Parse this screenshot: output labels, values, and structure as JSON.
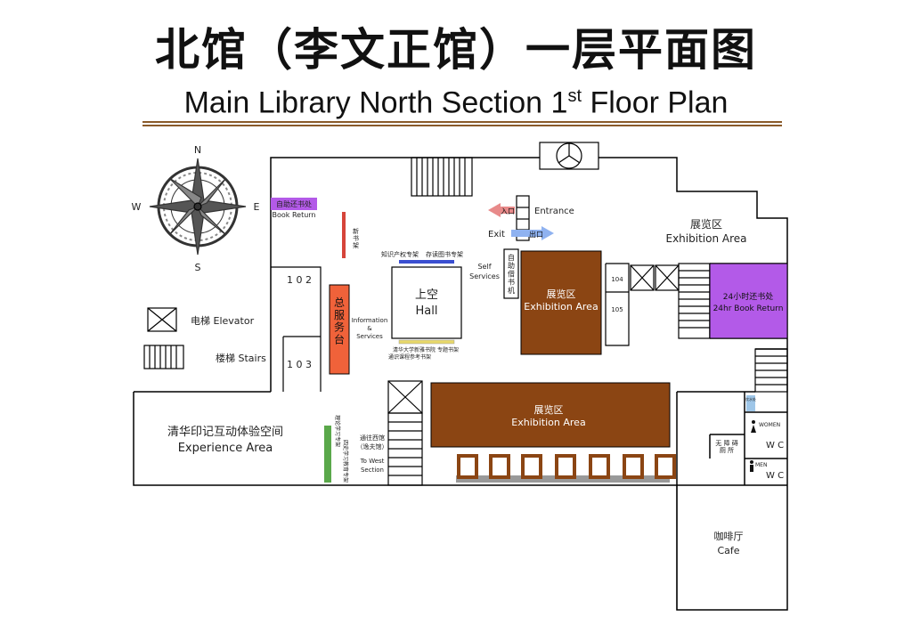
{
  "title": {
    "zh": "北馆（李文正馆）一层平面图",
    "en_prefix": "Main Library North Section 1",
    "en_sup": "st",
    "en_suffix": " Floor Plan"
  },
  "compass": {
    "n": "N",
    "s": "S",
    "e": "E",
    "w": "W"
  },
  "legend": {
    "elevator": "电梯  Elevator",
    "stairs": "楼梯  Stairs"
  },
  "rooms": {
    "r102": "1 0 2",
    "r103": "1 0 3",
    "r104": "104",
    "r105": "105"
  },
  "labels": {
    "book_return_zh": "自助还书处",
    "book_return_en": "Book Return",
    "new_books": "新\n书\n架",
    "ip_shelf": "知识产权专架",
    "storage_shelf": "存读图书专架",
    "hall_zh": "上空",
    "hall_en": "Hall",
    "service_desk": "总\n服\n务\n台",
    "info_1": "Information",
    "info_2": "&",
    "info_3": "Services",
    "tsinghua_shelf_1": "清华大学新雅书院  专题书架",
    "tsinghua_shelf_2": "通识课程参考书架",
    "self_services_1": "Self",
    "self_services_2": "Services",
    "self_borrow": "自\n助\n借\n书\n机",
    "entrance_zh": "入口",
    "entrance_en": "Entrance",
    "exit_zh": "出口",
    "exit_en": "Exit",
    "exhibition_zh": "展览区",
    "exhibition_en": "Exhibition Area",
    "exhibition_ne_zh": "展览区",
    "exhibition_ne_en": "Exhibition Area",
    "return24_zh": "24小时还书处",
    "return24_en": "24hr Book Return",
    "experience_zh": "清华印记互动体验空间",
    "experience_en": "Experience Area",
    "to_west_1": "通往西馆",
    "to_west_2": "（逸夫馆）",
    "to_west_3": "To West",
    "to_west_4": "Section",
    "vertical_shelf_a": "理论学习专架",
    "vertical_shelf_b": "四史学习教育专架",
    "accessible_wc": "无 障 碍\n厕 所",
    "women": "WOMEN",
    "men": "MEN",
    "wc": "W C",
    "water": "饮水处",
    "cafe_zh": "咖啡厅",
    "cafe_en": "Cafe"
  },
  "colors": {
    "exhibition": "#8b4513",
    "purple": "#b35ae8",
    "service_desk": "#f0623a",
    "arrow_entrance": "#e88a8a",
    "arrow_exit": "#8fb2f0",
    "shelf_blue": "#3b4fd1",
    "shelf_yellow": "#e8d86a",
    "shelf_red": "#d6443a",
    "shelf_green": "#5aa84a",
    "rule": "#8a5a2a"
  }
}
